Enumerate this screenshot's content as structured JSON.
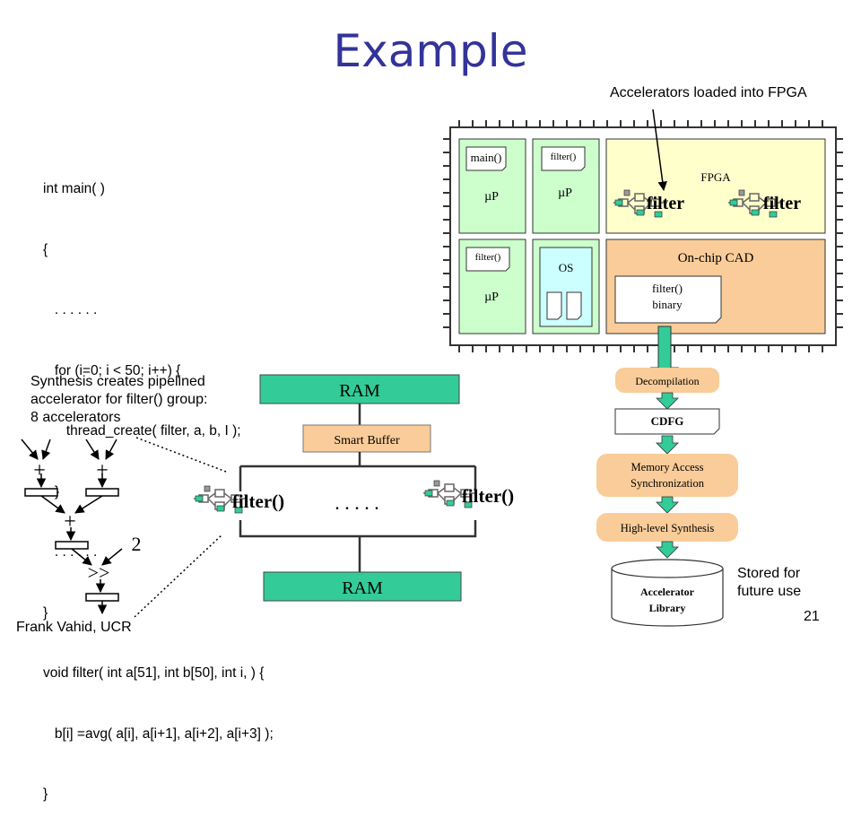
{
  "slide": {
    "title": "Example",
    "footer_author": "Frank Vahid, UCR",
    "page_number": "21"
  },
  "code": {
    "lines": [
      "int main( )",
      "{",
      "   . . . . . .",
      "   for (i=0; i < 50; i++) {",
      "      thread_create( filter, a, b, I );",
      "   }",
      "   . . . . . .",
      "}",
      "void filter( int a[51], int b[50], int i, ) {",
      "   b[i] =avg( a[i], a[i+1], a[i+2], a[i+3] );",
      "}"
    ]
  },
  "synthesis": {
    "caption": [
      "Synthesis creates pipelined",
      "accelerator for filter() group:",
      "8 accelerators"
    ],
    "adder_symbol": "+",
    "shift_symbol": ">>",
    "shift_amount": "2"
  },
  "pipeline": {
    "ram_top": "RAM",
    "ram_bottom": "RAM",
    "smart_buffer": "Smart Buffer",
    "filter_label": "filter()",
    "ellipsis": ". . . . ."
  },
  "chip": {
    "annotation": "Accelerators loaded into FPGA",
    "p1_code": "main()",
    "p2_code": "filter()",
    "p3_code": "filter()",
    "mu_p": "µP",
    "os_label": "OS",
    "fpga_label": "FPGA",
    "filter_word": "filter",
    "cad_label": "On-chip CAD",
    "binary_line1": "filter()",
    "binary_line2": "binary"
  },
  "flow": {
    "decompilation": "Decompilation",
    "cdfg": "CDFG",
    "memory_line1": "Memory Access",
    "memory_line2": "Synchronization",
    "high_level": "High-level Synthesis",
    "library_line1": "Accelerator",
    "library_line2": "Library",
    "stored_line1": "Stored for",
    "stored_line2": "future use"
  },
  "colors": {
    "title": "#333399",
    "ram": "#33cc99",
    "orange": "#f9cc99",
    "green_panel": "#ccffcc",
    "yellow": "#ffffcc",
    "teal_block": "#33cc99",
    "gray_block": "#999999"
  }
}
